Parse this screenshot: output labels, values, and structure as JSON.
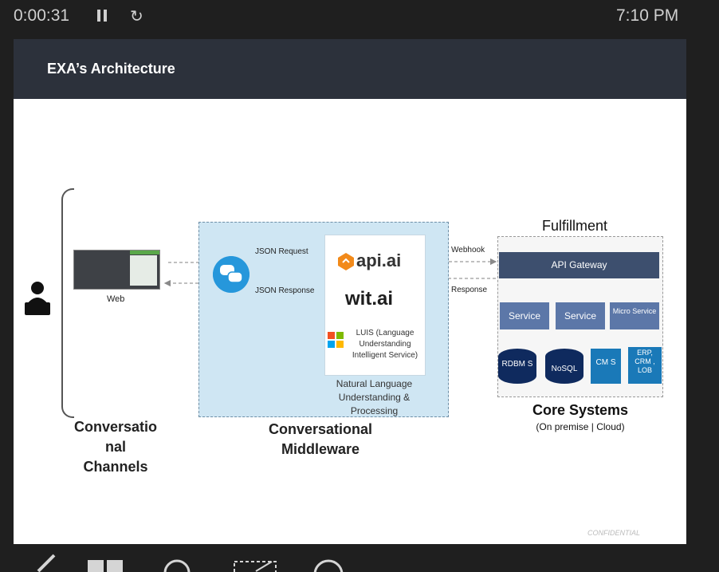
{
  "player": {
    "elapsed": "0:00:31",
    "clock": "7:10 PM",
    "pause_icon": "pause-icon",
    "restart_icon": "restart-icon"
  },
  "slide": {
    "title": "EXA’s Architecture",
    "channels": {
      "web_label": "Web",
      "section_label": "Conversatio\nnal\nChannels"
    },
    "middleware": {
      "json_request": "JSON Request",
      "json_response": "JSON Response",
      "apiai": "api.ai",
      "witai": "wit.ai",
      "luis": "LUIS (Language Understanding Intelligent Service)",
      "nlu_caption": "Natural Language Understanding & Processing",
      "section_label": "Conversational\nMiddleware"
    },
    "integration": {
      "webhook": "Webhook",
      "response": "Response"
    },
    "core": {
      "fulfillment": "Fulfillment",
      "api_gateway": "API Gateway",
      "service_1": "Service",
      "service_2": "Service",
      "micro_service": "Micro Service",
      "rdbms": "RDBM S",
      "nosql": "NoSQL",
      "cms": "CM S",
      "erp": "ERP, CRM , LOB",
      "title": "Core Systems",
      "subtitle": "(On premise | Cloud)"
    },
    "footer": "CONFIDENTIAL"
  },
  "toolbar": {
    "tools": [
      "pen-icon",
      "grid-icon",
      "magnifier-icon",
      "selection-icon",
      "circle-icon"
    ]
  },
  "colors": {
    "header_bg": "#2c313b",
    "middleware_bg": "#cfe6f3",
    "gateway_bg": "#3d4f6e",
    "service_bg": "#5c77a8",
    "db_dark": "#0f2a5e",
    "db_light": "#1a79b8"
  }
}
